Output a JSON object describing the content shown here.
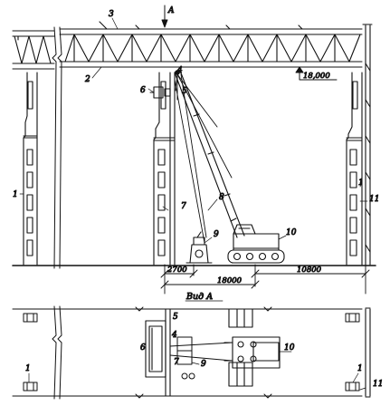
{
  "callouts": {
    "c1_left": "1",
    "c1_right": "1",
    "c2": "2",
    "c3": "3",
    "c4": "4",
    "c5": "5",
    "c6": "6",
    "c7": "7",
    "c8": "8",
    "c9": "9",
    "c10": "10",
    "c11": "11",
    "p1_left": "1",
    "p1_right": "1",
    "p4": "4",
    "p5": "5",
    "p6": "6",
    "p7": "7",
    "p9": "9",
    "p10": "10",
    "p11": "11"
  },
  "section_marker": "A",
  "elevation_mark": "18,000",
  "dimensions": {
    "d2700": "2700",
    "d18000": "18000",
    "d10800": "10800"
  },
  "view_label": "Вид А"
}
